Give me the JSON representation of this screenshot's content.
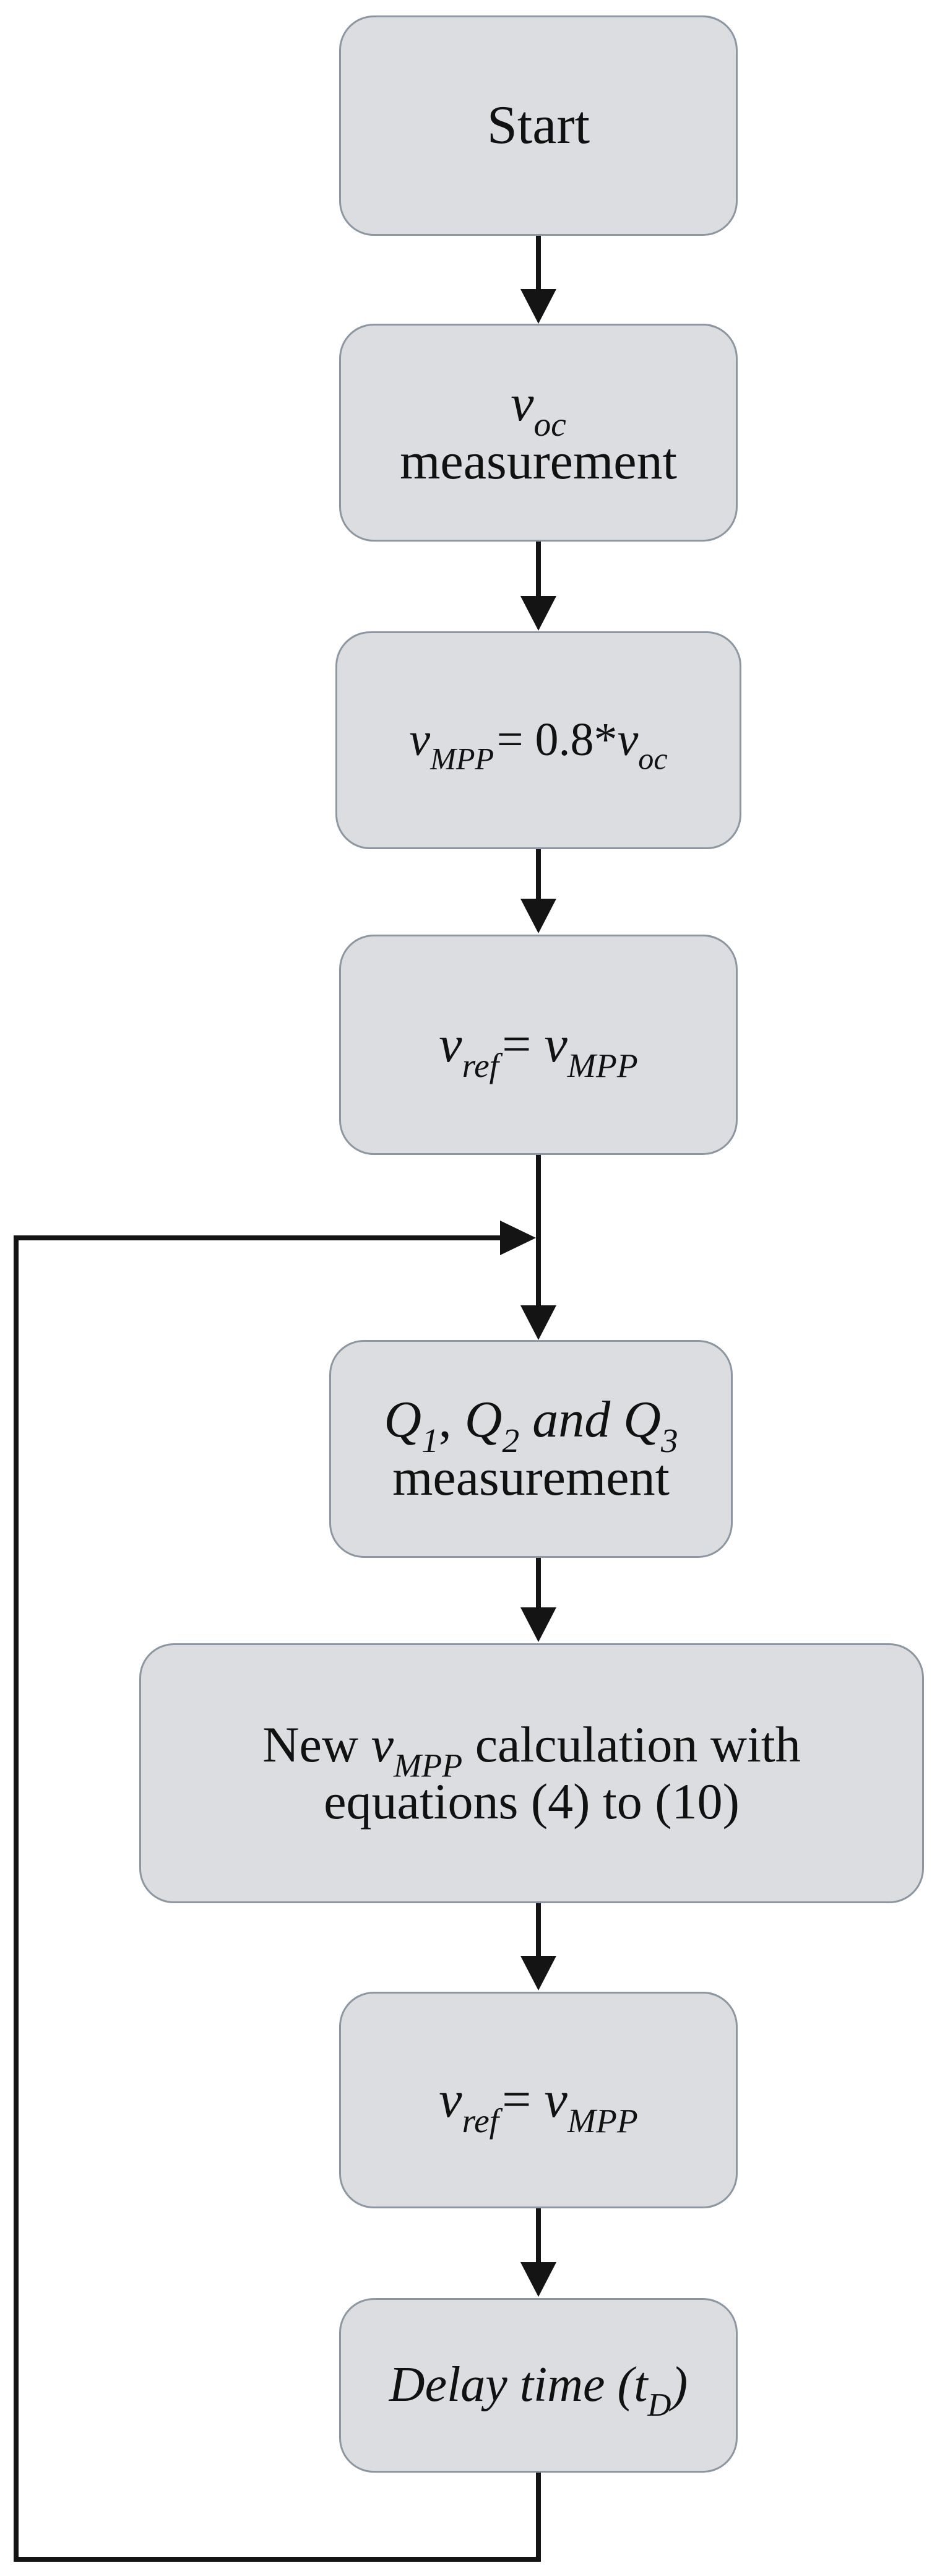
{
  "diagram": {
    "type": "flowchart",
    "orientation": "top-to-bottom",
    "loop": "delay node feeds back to the merge point above the Q measurement node"
  },
  "colors": {
    "node_fill": "#dcdde0",
    "node_border": "#8d97a2",
    "line": "#141414",
    "text": "#111111",
    "background": "#ffffff"
  },
  "nodes": {
    "start": {
      "label": "Start"
    },
    "voc": {
      "var": "v",
      "sub": "oc",
      "line2": "measurement"
    },
    "vmpp": {
      "var1": "v",
      "sub1": "MPP",
      "op": "= 0.8*",
      "var2": "v",
      "sub2": "oc"
    },
    "vref1": {
      "var1": "v",
      "sub1": "ref",
      "op": "= ",
      "var2": "v",
      "sub2": "MPP"
    },
    "q": {
      "q1": "Q",
      "s1": "1",
      "sep": ", ",
      "q2": "Q",
      "s2": "2",
      "and": " and ",
      "q3": "Q",
      "s3": "3",
      "line2": "measurement"
    },
    "newvmpp": {
      "pre": "New ",
      "var": "v",
      "sub": "MPP",
      "post": " calculation with",
      "line2": "equations (4) to (10)"
    },
    "vref2": {
      "var1": "v",
      "sub1": "ref",
      "op": "= ",
      "var2": "v",
      "sub2": "MPP"
    },
    "delay": {
      "pre": "Delay time (t",
      "sub": "D",
      "post": ")"
    }
  },
  "edges": [
    {
      "from": "start",
      "to": "voc-measurement"
    },
    {
      "from": "voc-measurement",
      "to": "vmpp-initial-calculation"
    },
    {
      "from": "vmpp-initial-calculation",
      "to": "vref-assignment-1"
    },
    {
      "from": "vref-assignment-1",
      "to": "q-measurement"
    },
    {
      "from": "q-measurement",
      "to": "new-vmpp-calculation"
    },
    {
      "from": "new-vmpp-calculation",
      "to": "vref-assignment-2"
    },
    {
      "from": "vref-assignment-2",
      "to": "delay-time"
    },
    {
      "from": "delay-time",
      "to": "q-measurement",
      "type": "loop-back"
    }
  ]
}
